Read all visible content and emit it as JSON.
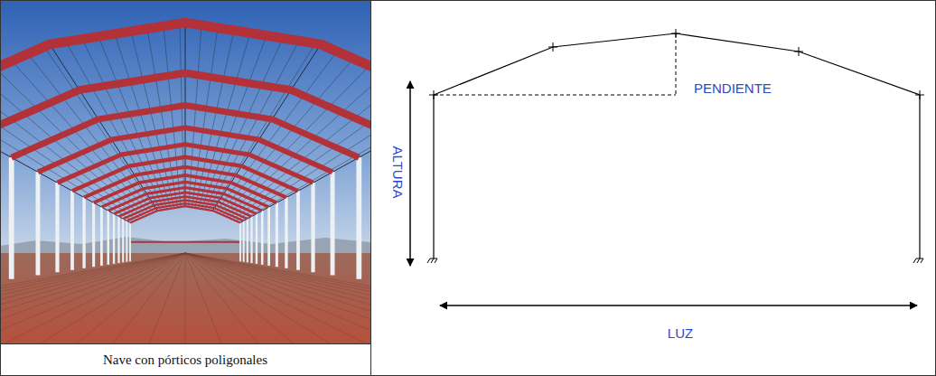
{
  "diagram": {
    "caption": "Nave con pórticos poligonales",
    "labels": [
      "PENDIENTE",
      "ALTURA",
      "LUZ"
    ]
  }
}
